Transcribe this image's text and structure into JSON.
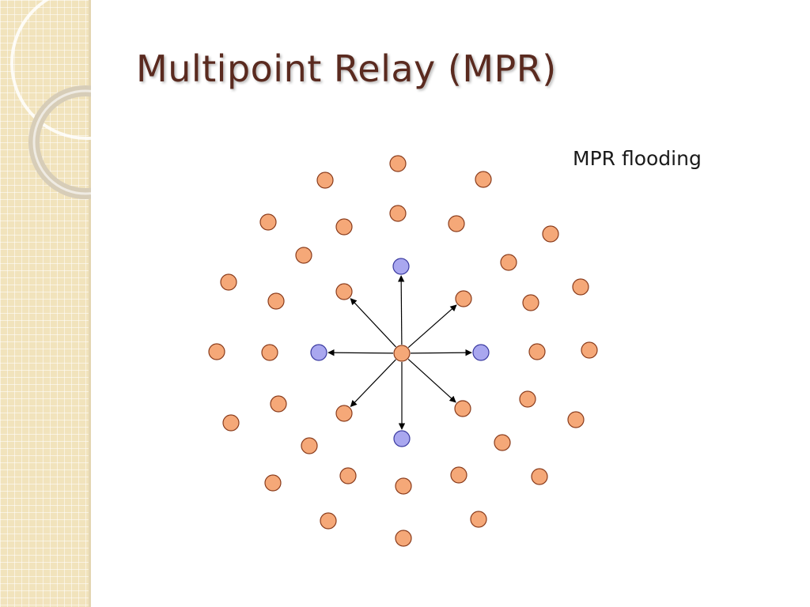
{
  "slide": {
    "title": "Multipoint Relay (MPR)",
    "diagram_label": "MPR flooding"
  },
  "colors": {
    "title_text": "#5a2a1f",
    "regular_node": "#f5a878",
    "mpr_node": "#a9a7ef",
    "node_stroke": "#8a3c1c",
    "mpr_stroke": "#3a3aa0",
    "arrow": "#000000",
    "side_panel": "#f1e3bc"
  },
  "diagram": {
    "source_node": "center",
    "mpr_count": 4,
    "arrow_count": 8
  }
}
